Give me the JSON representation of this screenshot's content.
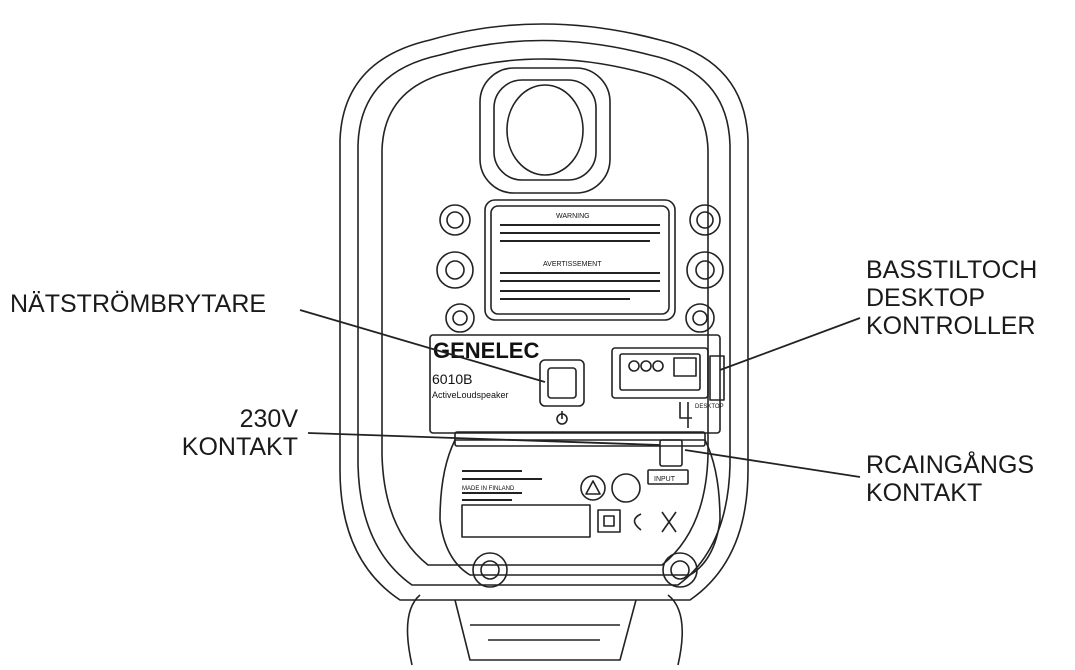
{
  "callouts": {
    "power_switch": [
      "NÄTSTRÖMBRYTARE"
    ],
    "power_connector": [
      "230V",
      "KONTAKT"
    ],
    "bass_tilt": [
      "BASSTILTOCH",
      "DESKTOP",
      "KONTROLLER"
    ],
    "rca_input": [
      "RCAINGÅNGS",
      "KONTAKT"
    ]
  },
  "speaker": {
    "brand": "GENELEC",
    "model": "6010B",
    "model_desc": "ActiveLoudspeaker",
    "warning_heading": "WARNING",
    "avertissement_heading": "AVERTISSEMENT",
    "input_label": "INPUT",
    "desktop_label": "DESKTOP",
    "made_in": "MADE IN FINLAND"
  }
}
